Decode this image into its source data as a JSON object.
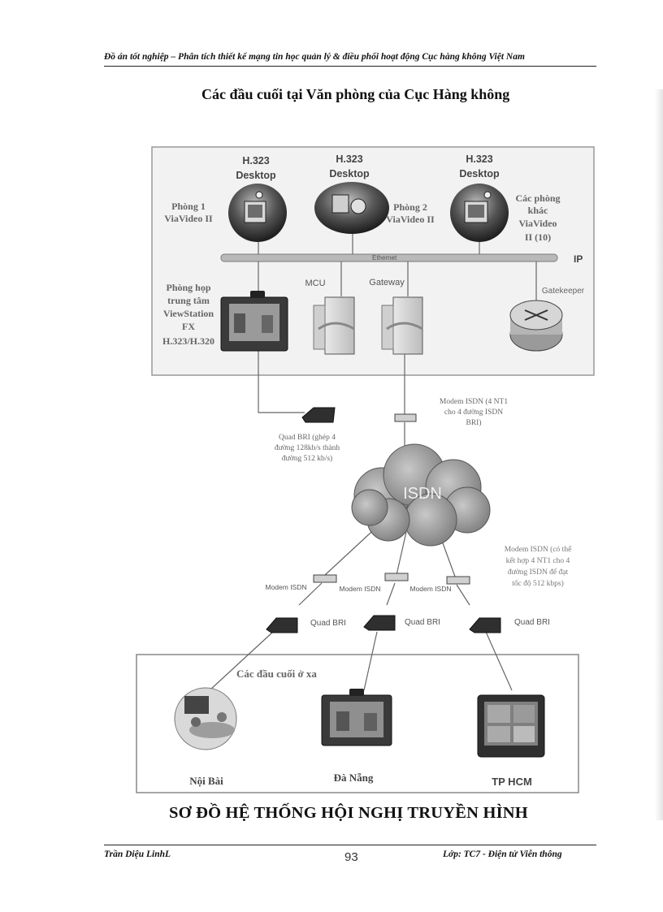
{
  "header": {
    "text": "Đồ án tốt nghiệp – Phân tích thiết kế mạng tin học quản lý & điều phối hoạt động Cục hàng không Việt Nam"
  },
  "title": "Các đầu cuối tại Văn phòng của Cục Hàng không",
  "office": {
    "desktops": [
      {
        "std": "H.323",
        "type": "Desktop",
        "room_lines": [
          "Phòng 1",
          "ViaVideo II"
        ]
      },
      {
        "std": "H.323",
        "type": "Desktop",
        "room_lines": [
          "Phòng 2",
          "ViaVideo II"
        ]
      },
      {
        "std": "H.323",
        "type": "Desktop",
        "room_lines": [
          "Các phòng",
          "khác",
          "ViaVideo",
          "II (10)"
        ]
      }
    ],
    "ethernet": "Ethernet",
    "ip": "IP",
    "meeting_room_lines": [
      "Phòng họp",
      "trung tâm",
      "ViewStation",
      "FX",
      "H.323/H.320"
    ],
    "mcu": "MCU",
    "gateway": "Gateway",
    "gatekeeper": "Gatekeeper"
  },
  "modem_top_lines": [
    "Modem ISDN (4 NT1",
    "cho 4 đường ISDN",
    "BRI)"
  ],
  "quad_bri_top_lines": [
    "Quad BRI (ghép 4",
    "đường 128kb/s thành",
    "đường 512 kb/s)"
  ],
  "isdn": "ISDN",
  "modem_note_lines": [
    "Modem ISDN (có thể",
    "kết hợp 4 NT1 cho 4",
    "đường ISDN  để đạt",
    "tốc độ 512 kbps)"
  ],
  "modems": [
    "Modem ISDN",
    "Modem ISDN",
    "Modem ISDN"
  ],
  "quad_bris": [
    "Quad BRI",
    "Quad BRI",
    "Quad BRI"
  ],
  "remote": {
    "title": "Các đầu cuối ở xa",
    "sites": [
      "Nội Bài",
      "Đà Nẵng",
      "TP HCM"
    ]
  },
  "system_title": "SƠ ĐỒ HỆ THỐNG HỘI NGHỊ TRUYỀN HÌNH",
  "footer": {
    "author": "Trần Diệu LinhL",
    "page": "93",
    "class": "Lớp: TC7 - Điện tử Viễn thông"
  }
}
